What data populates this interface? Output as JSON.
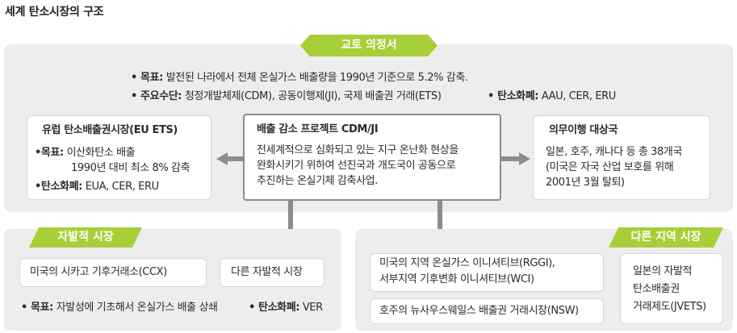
{
  "title": "세계 탄소시장의 구조",
  "kyoto": {
    "tab": "교토 의정서",
    "goal_key": "• 목표:",
    "goal_text": "발전된 나라에서 전체 온실가스 배출량을 1990년 기준으로 5.2% 감축.",
    "means_key": "• 주요수단:",
    "means_text": "청정개발체제(CDM), 공동이행제(JI), 국제 배출권 거래(ETS)",
    "currency_key": "• 탄소화폐:",
    "currency_text": "AAU, CER, ERU"
  },
  "eu": {
    "title": "유럽 탄소배출권시장(EU ETS)",
    "goal_key": "•목표:",
    "goal_line1": "이산화탄소 배출",
    "goal_line2": "1990년 대비 최소 8% 감축",
    "currency_key": "•탄소화폐:",
    "currency_text": "EUA, CER, ERU"
  },
  "cdm": {
    "title": "배출 감소 프로젝트 CDM/JI",
    "line1": "전세계적으로 심화되고 있는 지구 온난화 현상을",
    "line2": "완화시키기 위하여 선진국과 개도국이 공동으로",
    "line3": "추진하는 온실기체 감축사업."
  },
  "obligation": {
    "title": "의무이행 대상국",
    "line1": "일본, 호주, 캐나다 등 총 38개국",
    "line2": "(미국은 자국 산업 보호를 위해",
    "line3": "2001년 3월 탈퇴)"
  },
  "voluntary": {
    "tab": "자발적 시장",
    "box1": "미국의 시카고 기후거래소(CCX)",
    "box2": "다른 자발적 시장",
    "goal_key": "• 목표:",
    "goal_text": "자발성에 기초해서 온실가스 배출 상쇄",
    "currency_key": "• 탄소화폐:",
    "currency_text": "VER"
  },
  "regional": {
    "tab": "다른 지역 시장",
    "box1_line1": "미국의 지역 온실가스 이니셔티브(RGGI),",
    "box1_line2": "서부지역 기후변화 이니셔티브(WCI)",
    "box2": "호주의 뉴사우스웨일스 배출권 거래시장(NSW)",
    "japan_line1": "일본의 자발적",
    "japan_line2": "탄소배출권",
    "japan_line3": "거래제도(JVETS)"
  },
  "colors": {
    "accent_green": "#a6cf38",
    "region_gray": "#ededed",
    "arrow_gray": "#8c8c8c"
  }
}
